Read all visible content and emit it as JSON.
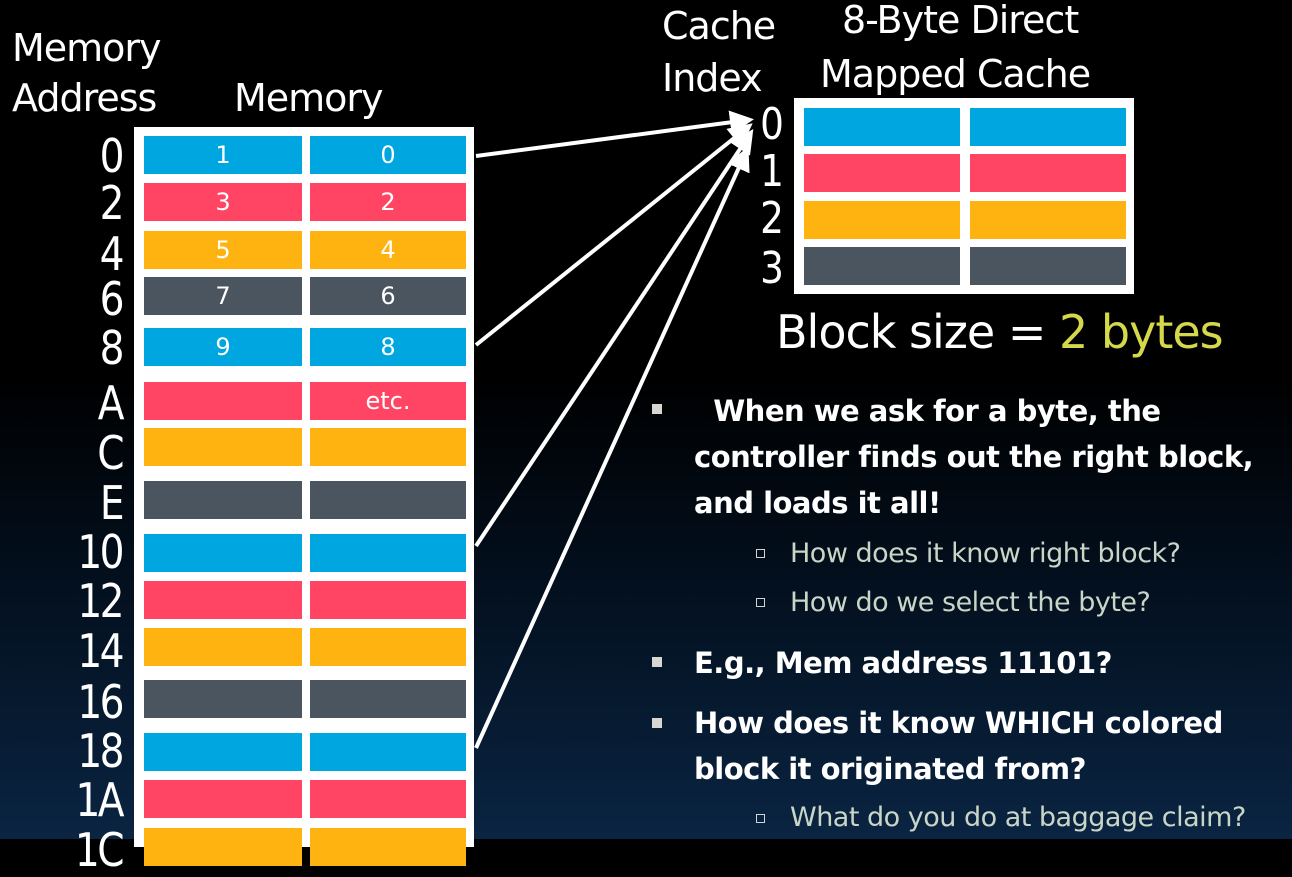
{
  "colors": {
    "blue": "#00a6e0",
    "red": "#ff4563",
    "yellow": "#ffb311",
    "gray": "#4a5560",
    "highlight": "#d4d84a"
  },
  "memory": {
    "address_header_line1": "Memory",
    "address_header_line2": "Address",
    "column_header": "Memory",
    "addresses": [
      "0",
      "2",
      "4",
      "6",
      "8",
      "A",
      "C",
      "E",
      "10",
      "12",
      "14",
      "16",
      "18",
      "1A",
      "1C"
    ],
    "rows": [
      {
        "color": "blue",
        "left": "1",
        "right": "0"
      },
      {
        "color": "red",
        "left": "3",
        "right": "2"
      },
      {
        "color": "yellow",
        "left": "5",
        "right": "4"
      },
      {
        "color": "gray",
        "left": "7",
        "right": "6"
      },
      {
        "color": "blue",
        "left": "9",
        "right": "8"
      },
      {
        "color": "red",
        "left": "",
        "right": "etc."
      },
      {
        "color": "yellow",
        "left": "",
        "right": ""
      },
      {
        "color": "gray",
        "left": "",
        "right": ""
      },
      {
        "color": "blue",
        "left": "",
        "right": ""
      },
      {
        "color": "red",
        "left": "",
        "right": ""
      },
      {
        "color": "yellow",
        "left": "",
        "right": ""
      },
      {
        "color": "gray",
        "left": "",
        "right": ""
      },
      {
        "color": "blue",
        "left": "",
        "right": ""
      },
      {
        "color": "red",
        "left": "",
        "right": ""
      },
      {
        "color": "yellow",
        "left": "",
        "right": ""
      }
    ]
  },
  "cache": {
    "index_header_line1": "Cache",
    "index_header_line2": "Index",
    "title_line1": "8-Byte Direct",
    "title_line2": "Mapped Cache",
    "indices": [
      "0",
      "1",
      "2",
      "3"
    ],
    "rows": [
      {
        "color": "blue"
      },
      {
        "color": "red"
      },
      {
        "color": "yellow"
      },
      {
        "color": "gray"
      }
    ],
    "block_size_label": "Block size = ",
    "block_size_value": "2 bytes"
  },
  "arrows": [
    {
      "from_address": "0",
      "to_index": "0"
    },
    {
      "from_address": "8",
      "to_index": "0"
    },
    {
      "from_address": "10",
      "to_index": "0"
    },
    {
      "from_address": "18",
      "to_index": "0"
    }
  ],
  "bullets": [
    {
      "level": 1,
      "lines": [
        "  When we ask for a byte, the",
        "controller finds out the right block,",
        "and loads it all!"
      ]
    },
    {
      "level": 2,
      "lines": [
        "How does it know right block?"
      ]
    },
    {
      "level": 2,
      "lines": [
        "How do we select the byte?"
      ]
    },
    {
      "level": 1,
      "lines": [
        "E.g., Mem address 11101?"
      ]
    },
    {
      "level": 1,
      "lines": [
        "How does it know WHICH colored",
        "block it originated from?"
      ]
    },
    {
      "level": 2,
      "lines": [
        "What do you do at baggage claim?"
      ]
    }
  ]
}
